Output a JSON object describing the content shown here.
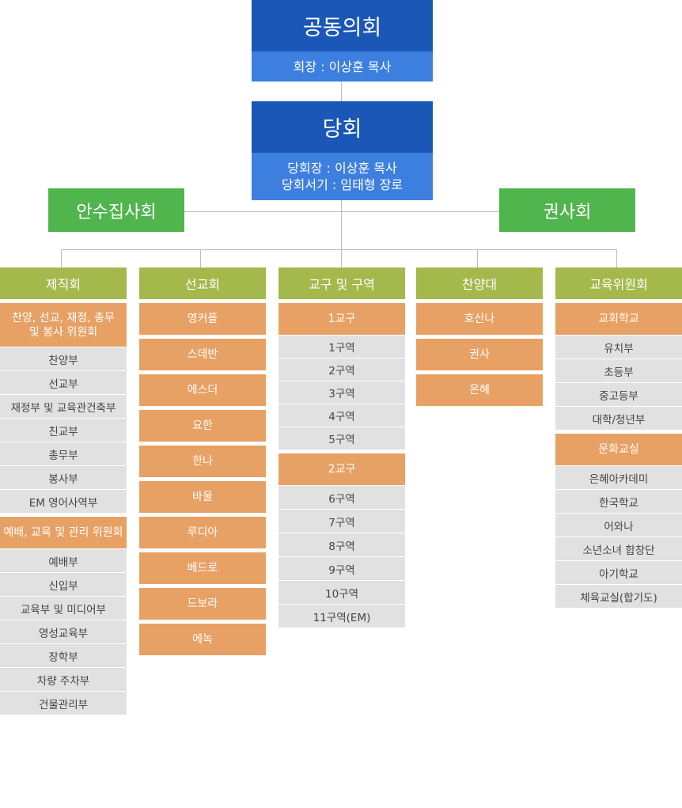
{
  "top": {
    "joint": {
      "title": "공동의회",
      "sub": [
        "회장 : 이상훈 목사"
      ]
    },
    "session": {
      "title": "당회",
      "sub": [
        "당회장 : 이상훈 목사",
        "당회서기 : 임태형 장로"
      ]
    }
  },
  "left_box": "안수집사회",
  "right_box": "권사회",
  "columns": [
    {
      "title": "제직회",
      "groups": [
        {
          "head": "찬양, 선교, 재정, 총무\n및 봉사 위원회",
          "items": [
            "찬양부",
            "선교부",
            "재정부 및 교육관건축부",
            "친교부",
            "총무부",
            "봉사부",
            "EM 영어사역부"
          ]
        },
        {
          "head": "예배, 교육 및 관리 위원회",
          "items": [
            "예배부",
            "신입부",
            "교육부 및 미디어부",
            "영성교육부",
            "장학부",
            "차량 주차부",
            "건물관리부"
          ]
        }
      ]
    },
    {
      "title": "선교회",
      "boxes": [
        "영커플",
        "스데반",
        "에스더",
        "요한",
        "한나",
        "바울",
        "루디아",
        "베드로",
        "드보라",
        "에녹"
      ]
    },
    {
      "title": "교구 및 구역",
      "groups": [
        {
          "head": "1교구",
          "items": [
            "1구역",
            "2구역",
            "3구역",
            "4구역",
            "5구역"
          ]
        },
        {
          "head": "2교구",
          "items": [
            "6구역",
            "7구역",
            "8구역",
            "9구역",
            "10구역",
            "11구역(EM)"
          ]
        }
      ]
    },
    {
      "title": "찬양대",
      "boxes": [
        "호산나",
        "권사",
        "은혜"
      ]
    },
    {
      "title": "교육위원회",
      "groups": [
        {
          "head": "교회학교",
          "items": [
            "유치부",
            "초등부",
            "중고등부",
            "대학/청년부"
          ]
        },
        {
          "head": "문화교실",
          "items": [
            "은혜아카데미",
            "한국학교",
            "어와나",
            "소년소녀 합창단",
            "아기학교",
            "체육교실(합기도)"
          ]
        }
      ]
    }
  ]
}
